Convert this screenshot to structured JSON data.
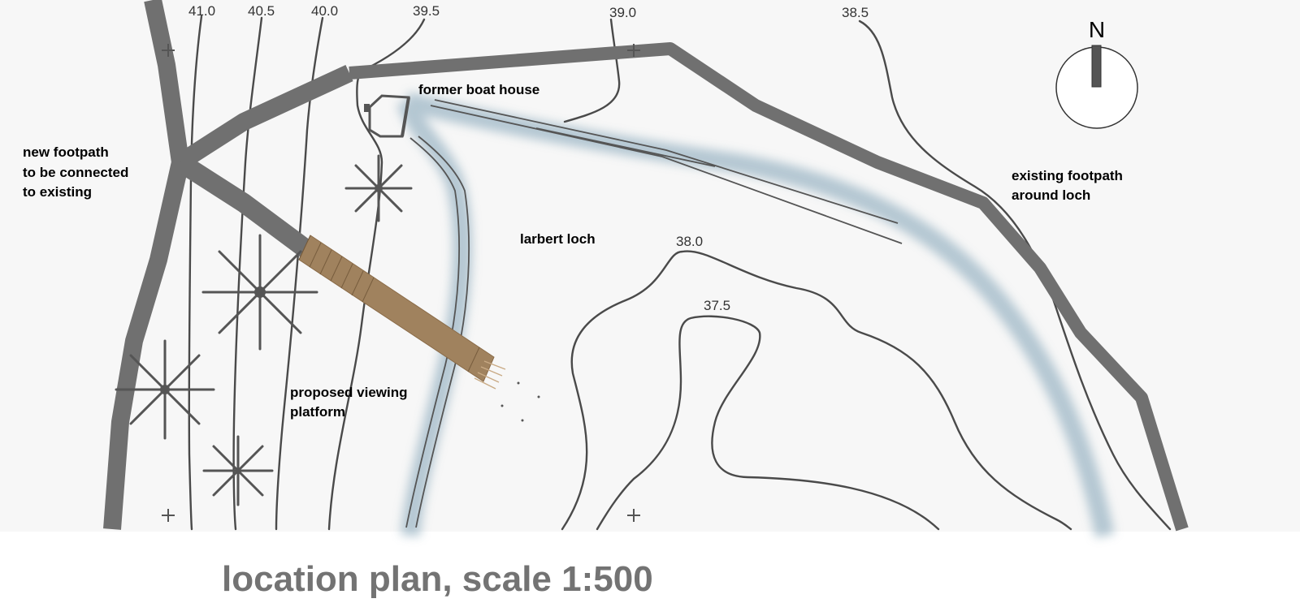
{
  "title": "location plan, scale 1:500",
  "north_label": "N",
  "labels": {
    "new_footpath": [
      "new footpath",
      "to be connected",
      "to existing"
    ],
    "boat_house": "former boat house",
    "existing_footpath": [
      "existing footpath",
      "around loch"
    ],
    "loch": "larbert loch",
    "platform": [
      "proposed viewing",
      "platform"
    ]
  },
  "contours": {
    "c41_0": "41.0",
    "c40_5": "40.5",
    "c40_0": "40.0",
    "c39_5": "39.5",
    "c39_0": "39.0",
    "c38_5": "38.5",
    "c38_0": "38.0",
    "c37_5": "37.5"
  },
  "colors": {
    "path": "#707070",
    "water_edge": "#a9bfcc",
    "platform_wood": "#a0825e",
    "contour": "#4a4a4a"
  }
}
